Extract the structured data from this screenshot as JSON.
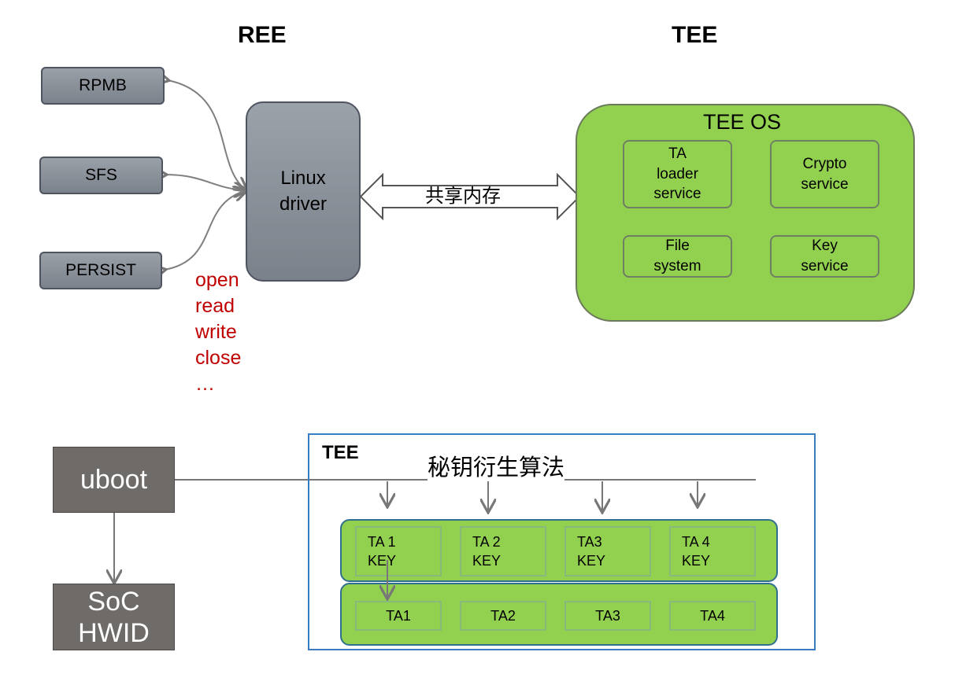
{
  "headings": {
    "ree": "REE",
    "tee": "TEE"
  },
  "storage": {
    "rpmb": "RPMB",
    "sfs": "SFS",
    "persist": "PERSIST"
  },
  "driver": {
    "line1": "Linux",
    "line2": "driver"
  },
  "shared_memory": "共享内存",
  "tee_os": {
    "title": "TEE OS",
    "services": [
      {
        "lines": [
          "TA",
          "loader",
          "service"
        ]
      },
      {
        "lines": [
          "Crypto",
          "service"
        ]
      },
      {
        "lines": [
          "File",
          "system"
        ]
      },
      {
        "lines": [
          "Key",
          "service"
        ]
      }
    ]
  },
  "operations": [
    "open",
    "read",
    "write",
    "close",
    "…"
  ],
  "uboot": "uboot",
  "soc": {
    "line1": "SoC",
    "line2": "HWID"
  },
  "tee_panel": {
    "title": "TEE",
    "algorithm": "秘钥衍生算法",
    "keys": [
      {
        "line1": "TA 1",
        "line2": "KEY"
      },
      {
        "line1": "TA 2",
        "line2": "KEY"
      },
      {
        "line1": "TA3",
        "line2": "KEY"
      },
      {
        "line1": "TA 4",
        "line2": "KEY"
      }
    ],
    "tas": [
      "TA1",
      "TA2",
      "TA3",
      "TA4"
    ]
  },
  "colors": {
    "tee_green": "#92d050",
    "driver_gray": "#8a9099",
    "dark_box": "#6f6b69",
    "ops_red": "#c00000",
    "frame_blue": "#3b7cc0"
  }
}
